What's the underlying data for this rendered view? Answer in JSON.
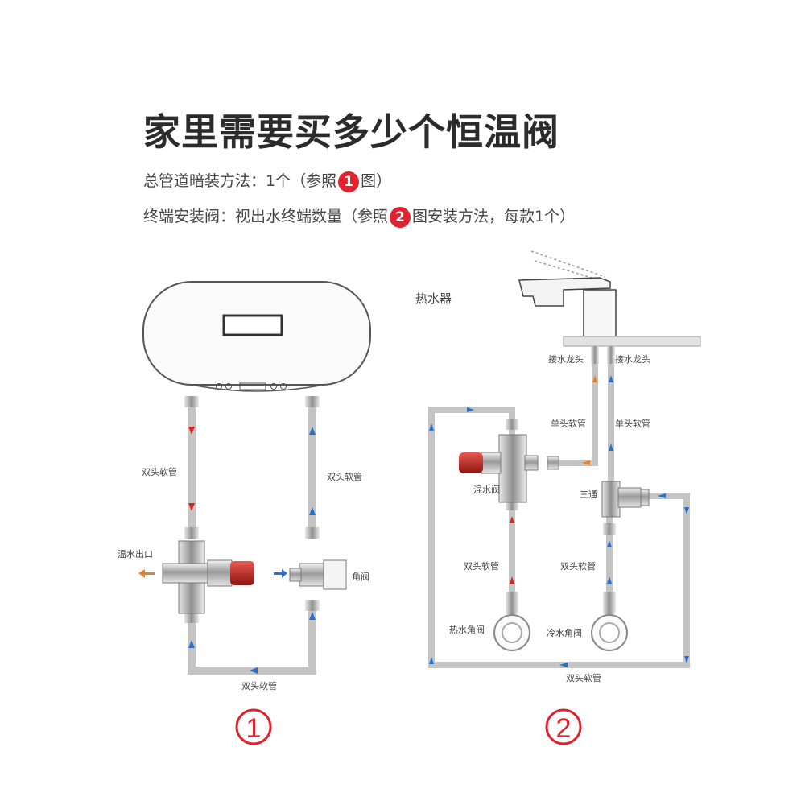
{
  "header": {
    "title": "家里需要买多少个恒温阀",
    "line1": {
      "before": "总管道暗装方法：1个（参照",
      "num": "1",
      "after": "图）"
    },
    "line2": {
      "before": "终端安装阀：视出水终端数量（参照",
      "num": "2",
      "after": "图安装方法，每款1个）"
    }
  },
  "diagram1": {
    "hose_left": "双头软管",
    "hose_right": "双头软管",
    "outlet": "温水出口",
    "angle_valve": "角阀",
    "hose_bottom": "双头软管",
    "badge": "1"
  },
  "diagram2": {
    "heater": "热水器",
    "faucet_conn_left": "接水龙头",
    "faucet_conn_right": "接水龙头",
    "single_hose_left": "单头软管",
    "single_hose_right": "单头软管",
    "mixing_valve": "混水阀",
    "tee": "三通",
    "hose_left": "双头软管",
    "hose_right": "双头软管",
    "hot_angle_valve": "热水角阀",
    "cold_angle_valve": "冷水角阀",
    "hose_bottom": "双头软管",
    "badge": "2"
  },
  "colors": {
    "hot": "#d9261c",
    "cold": "#2a6fc9",
    "warm": "#f07d21",
    "accent": "#e0232e",
    "pipe": "#b8b8b8"
  }
}
